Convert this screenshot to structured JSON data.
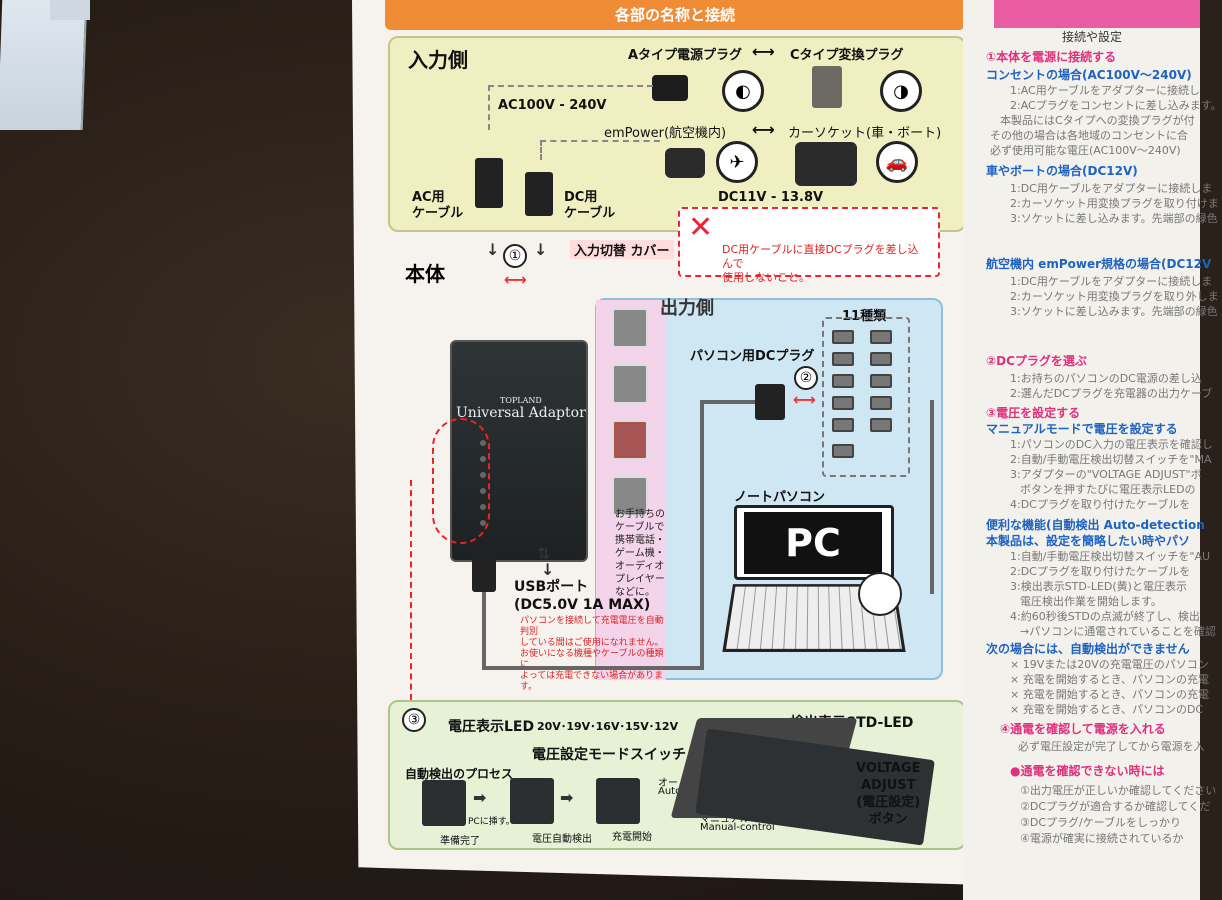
{
  "sheet": {
    "title": "各部の名称と接続",
    "input_heading": "入力側",
    "plug_a_label": "Aタイプ電源プラグ",
    "plug_c_label": "Cタイプ変換プラグ",
    "swap_arrow": "⟷",
    "ac_voltage": "AC100V - 240V",
    "empower_label": "emPower(航空機内)",
    "car_socket_label": "カーソケット(車・ボート)",
    "dc_voltage": "DC11V - 13.8V",
    "ac_cable": [
      "AC用",
      "ケーブル"
    ],
    "dc_cable": [
      "DC用",
      "ケーブル"
    ],
    "warning_mark": "✕",
    "warning_text": [
      "DC用ケーブルに直接DCプラグを差し込んで",
      "使用しないこと。"
    ],
    "body_heading": "本体",
    "cover_label": "入力切替 カバー",
    "step1": "①",
    "step2": "②",
    "step3": "③",
    "output_heading": "出力側",
    "types_count": "11種類",
    "pc_dc_plug": "パソコン用DCプラグ",
    "brand_small": "TOPLAND",
    "brand_name": "Universal Adaptor",
    "notebook_label": "ノートパソコン",
    "pc_text": "PC",
    "usb_port": "USBポート",
    "usb_spec": "(DC5.0V 1A MAX)",
    "usb_note": [
      "パソコンを接続して充電電圧を自動判別",
      "している間はご使用になれません。",
      "お使いになる機種やケーブルの種類に",
      "よっては充電できない場合があります。"
    ],
    "tips": [
      "お手持ちの",
      "ケーブルで",
      "携帯電話・",
      "ゲーム機・",
      "オーディオ",
      "プレイヤー",
      "などに。"
    ],
    "voltage_led": "電圧表示LED",
    "voltage_values": "20V･19V･16V･15V･12V",
    "mode_switch": "電圧設定モードスイッチ",
    "detect_led": "検出表示STD-LED",
    "auto_process": "自動検出のプロセス",
    "auto_label": "オート",
    "auto_en": "Auto-detection",
    "manual_label": "マニュアル",
    "manual_en": "Manual-control",
    "voltage_adjust": [
      "VOLTAGE",
      "ADJUST",
      "(電圧設定)",
      "ボタン"
    ],
    "pc_connect": "PCに挿す。",
    "stage_ready": "準備完了",
    "stage_detect": "電圧自動検出",
    "stage_charge": "充電開始"
  },
  "right_sheet": {
    "header": "接続や設定",
    "s1": "①本体を電源に接続する",
    "s1_sub": "コンセントの場合(AC100V〜240V)",
    "s1_lines": [
      "1:AC用ケーブルをアダプターに接続し",
      "2:ACプラグをコンセントに差し込みます。",
      "本製品にはCタイプへの変換プラグが付",
      "その他の場合は各地域のコンセントに合",
      "必ず使用可能な電圧(AC100V〜240V)"
    ],
    "car_heading": "車やボートの場合(DC12V)",
    "car_lines": [
      "1:DC用ケーブルをアダプターに接続しま",
      "2:カーソケット用変換プラグを取り付けま",
      "3:ソケットに差し込みます。先端部の緑色"
    ],
    "air_heading": "航空機内 emPower規格の場合(DC12V",
    "air_lines": [
      "1:DC用ケーブルをアダプターに接続しま",
      "2:カーソケット用変換プラグを取り外しま",
      "3:ソケットに差し込みます。先端部の緑色"
    ],
    "s2": "②DCプラグを選ぶ",
    "s2_lines": [
      "1:お持ちのパソコンのDC電源の差し込",
      "2:選んだDCプラグを充電器の出力ケーブ"
    ],
    "s3": "③電圧を設定する",
    "s3_sub": "マニュアルモードで電圧を設定する",
    "s3_lines": [
      "1:パソコンのDC入力の電圧表示を確認し",
      "2:自動/手動電圧検出切替スイッチを\"MA",
      "3:アダプターの\"VOLTAGE ADJUST\"ボ",
      "ボタンを押すたびに電圧表示LEDの",
      "4:DCプラグを取り付けたケーブルを"
    ],
    "auto_heading": "便利な機能(自動検出 Auto-detection",
    "auto_sub": "本製品は、設定を簡略したい時やパソ",
    "auto_lines": [
      "1:自動/手動電圧検出切替スイッチを\"AU",
      "2:DCプラグを取り付けたケーブルを",
      "3:検出表示STD-LED(黄)と電圧表示",
      "電圧検出作業を開始します。",
      "4:約60秒後STDの点滅が終了し、検出",
      "→パソコンに通電されていることを確認"
    ],
    "fail_heading": "次の場合には、自動検出ができません",
    "fail_lines": [
      "× 19Vまたは20Vの充電電圧のパソコン",
      "× 充電を開始するとき、パソコンの充電",
      "× 充電を開始するとき、パソコンの充電",
      "× 充電を開始するとき、パソコンのDC"
    ],
    "s4": "④通電を確認して電源を入れる",
    "s4_line": "必ず電圧設定が完了してから電源を入",
    "s4_note": "●通電を確認できない時には",
    "s4_note_lines": [
      "①出力電圧が正しいか確認してください",
      "②DCプラグが適合するか確認してくだ",
      "③DCプラグ/ケーブルをしっかり",
      "④電源が確実に接続されているか"
    ]
  }
}
